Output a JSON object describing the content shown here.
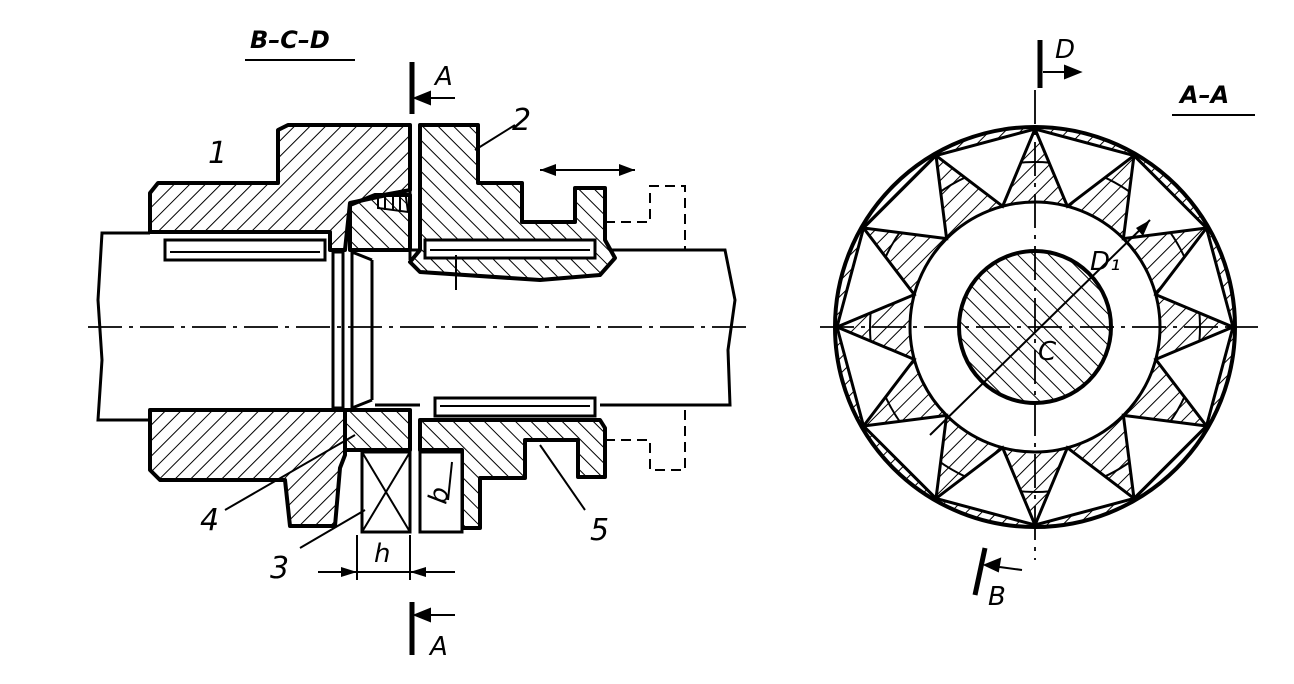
{
  "views": {
    "section_view": {
      "title": "B–C–D",
      "cut_mark": "A",
      "part_numbers": [
        "1",
        "2",
        "3",
        "4",
        "5"
      ],
      "dimensions": {
        "height": "h",
        "width": "b"
      }
    },
    "end_view": {
      "title": "A–A",
      "markers": {
        "top": "D",
        "bottom": "B",
        "center": "C"
      },
      "diameter_label": "D₁"
    }
  }
}
